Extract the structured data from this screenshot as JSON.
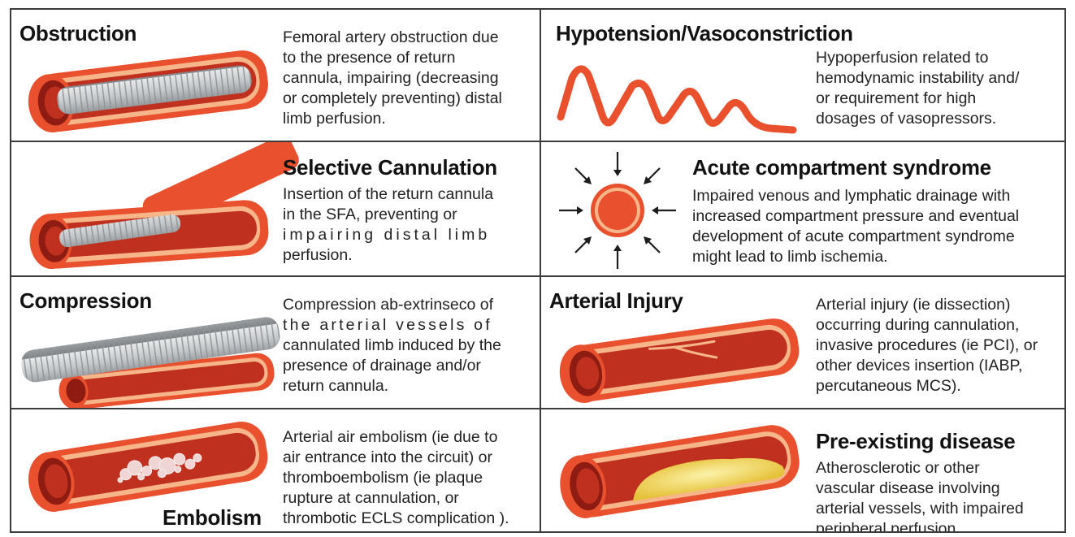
{
  "panels": {
    "obstruction": {
      "title": "Obstruction",
      "lines": [
        "Femoral artery obstruction due",
        "to the presence of return",
        "cannula, impairing (decreasing",
        "or completely preventing) distal",
        "limb perfusion."
      ]
    },
    "hypotension": {
      "title": "Hypotension/Vasoconstriction",
      "lines": [
        "Hypoperfusion related to",
        "hemodynamic instability and/",
        "or requirement for high",
        "dosages of vasopressors."
      ]
    },
    "selective": {
      "title": "Selective Cannulation",
      "lines": [
        "Insertion of the return cannula",
        "in the SFA, preventing or",
        "impairing distal limb",
        "perfusion."
      ]
    },
    "compartment": {
      "title": "Acute compartment syndrome",
      "lines": [
        "Impaired venous and lymphatic drainage with",
        "increased compartment pressure and eventual",
        "development of acute compartment syndrome",
        "might lead to limb ischemia."
      ]
    },
    "compression": {
      "title": "Compression",
      "lines": [
        "Compression ab-extrinseco of",
        "the arterial vessels of",
        "cannulated limb induced by the",
        "presence of drainage and/or",
        "return cannula."
      ]
    },
    "arterial": {
      "title": "Arterial Injury",
      "lines": [
        "Arterial injury (ie dissection)",
        "occurring during cannulation,",
        "invasive procedures (ie PCI), or",
        "other devices insertion (IABP,",
        "percutaneous MCS)."
      ]
    },
    "embolism": {
      "title": "Embolism",
      "lines": [
        "Arterial air embolism (ie due to",
        "air entrance into the circuit) or",
        "thromboembolism (ie plaque",
        "rupture at cannulation, or",
        "thrombotic ECLS complication )."
      ]
    },
    "preexisting": {
      "title": "Pre-existing disease",
      "lines": [
        "Atherosclerotic or other",
        "vascular disease involving",
        "arterial vessels, with impaired",
        "peripheral perfusion."
      ]
    }
  },
  "colors": {
    "vessel_outer": "#e8502e",
    "vessel_band": "#f6b68a",
    "vessel_lumen": "#c0301f",
    "vessel_dark": "#8e1c12",
    "cannula": "#b9bcbf",
    "plaque": "#f2d95c",
    "border": "#3b3b3b"
  }
}
